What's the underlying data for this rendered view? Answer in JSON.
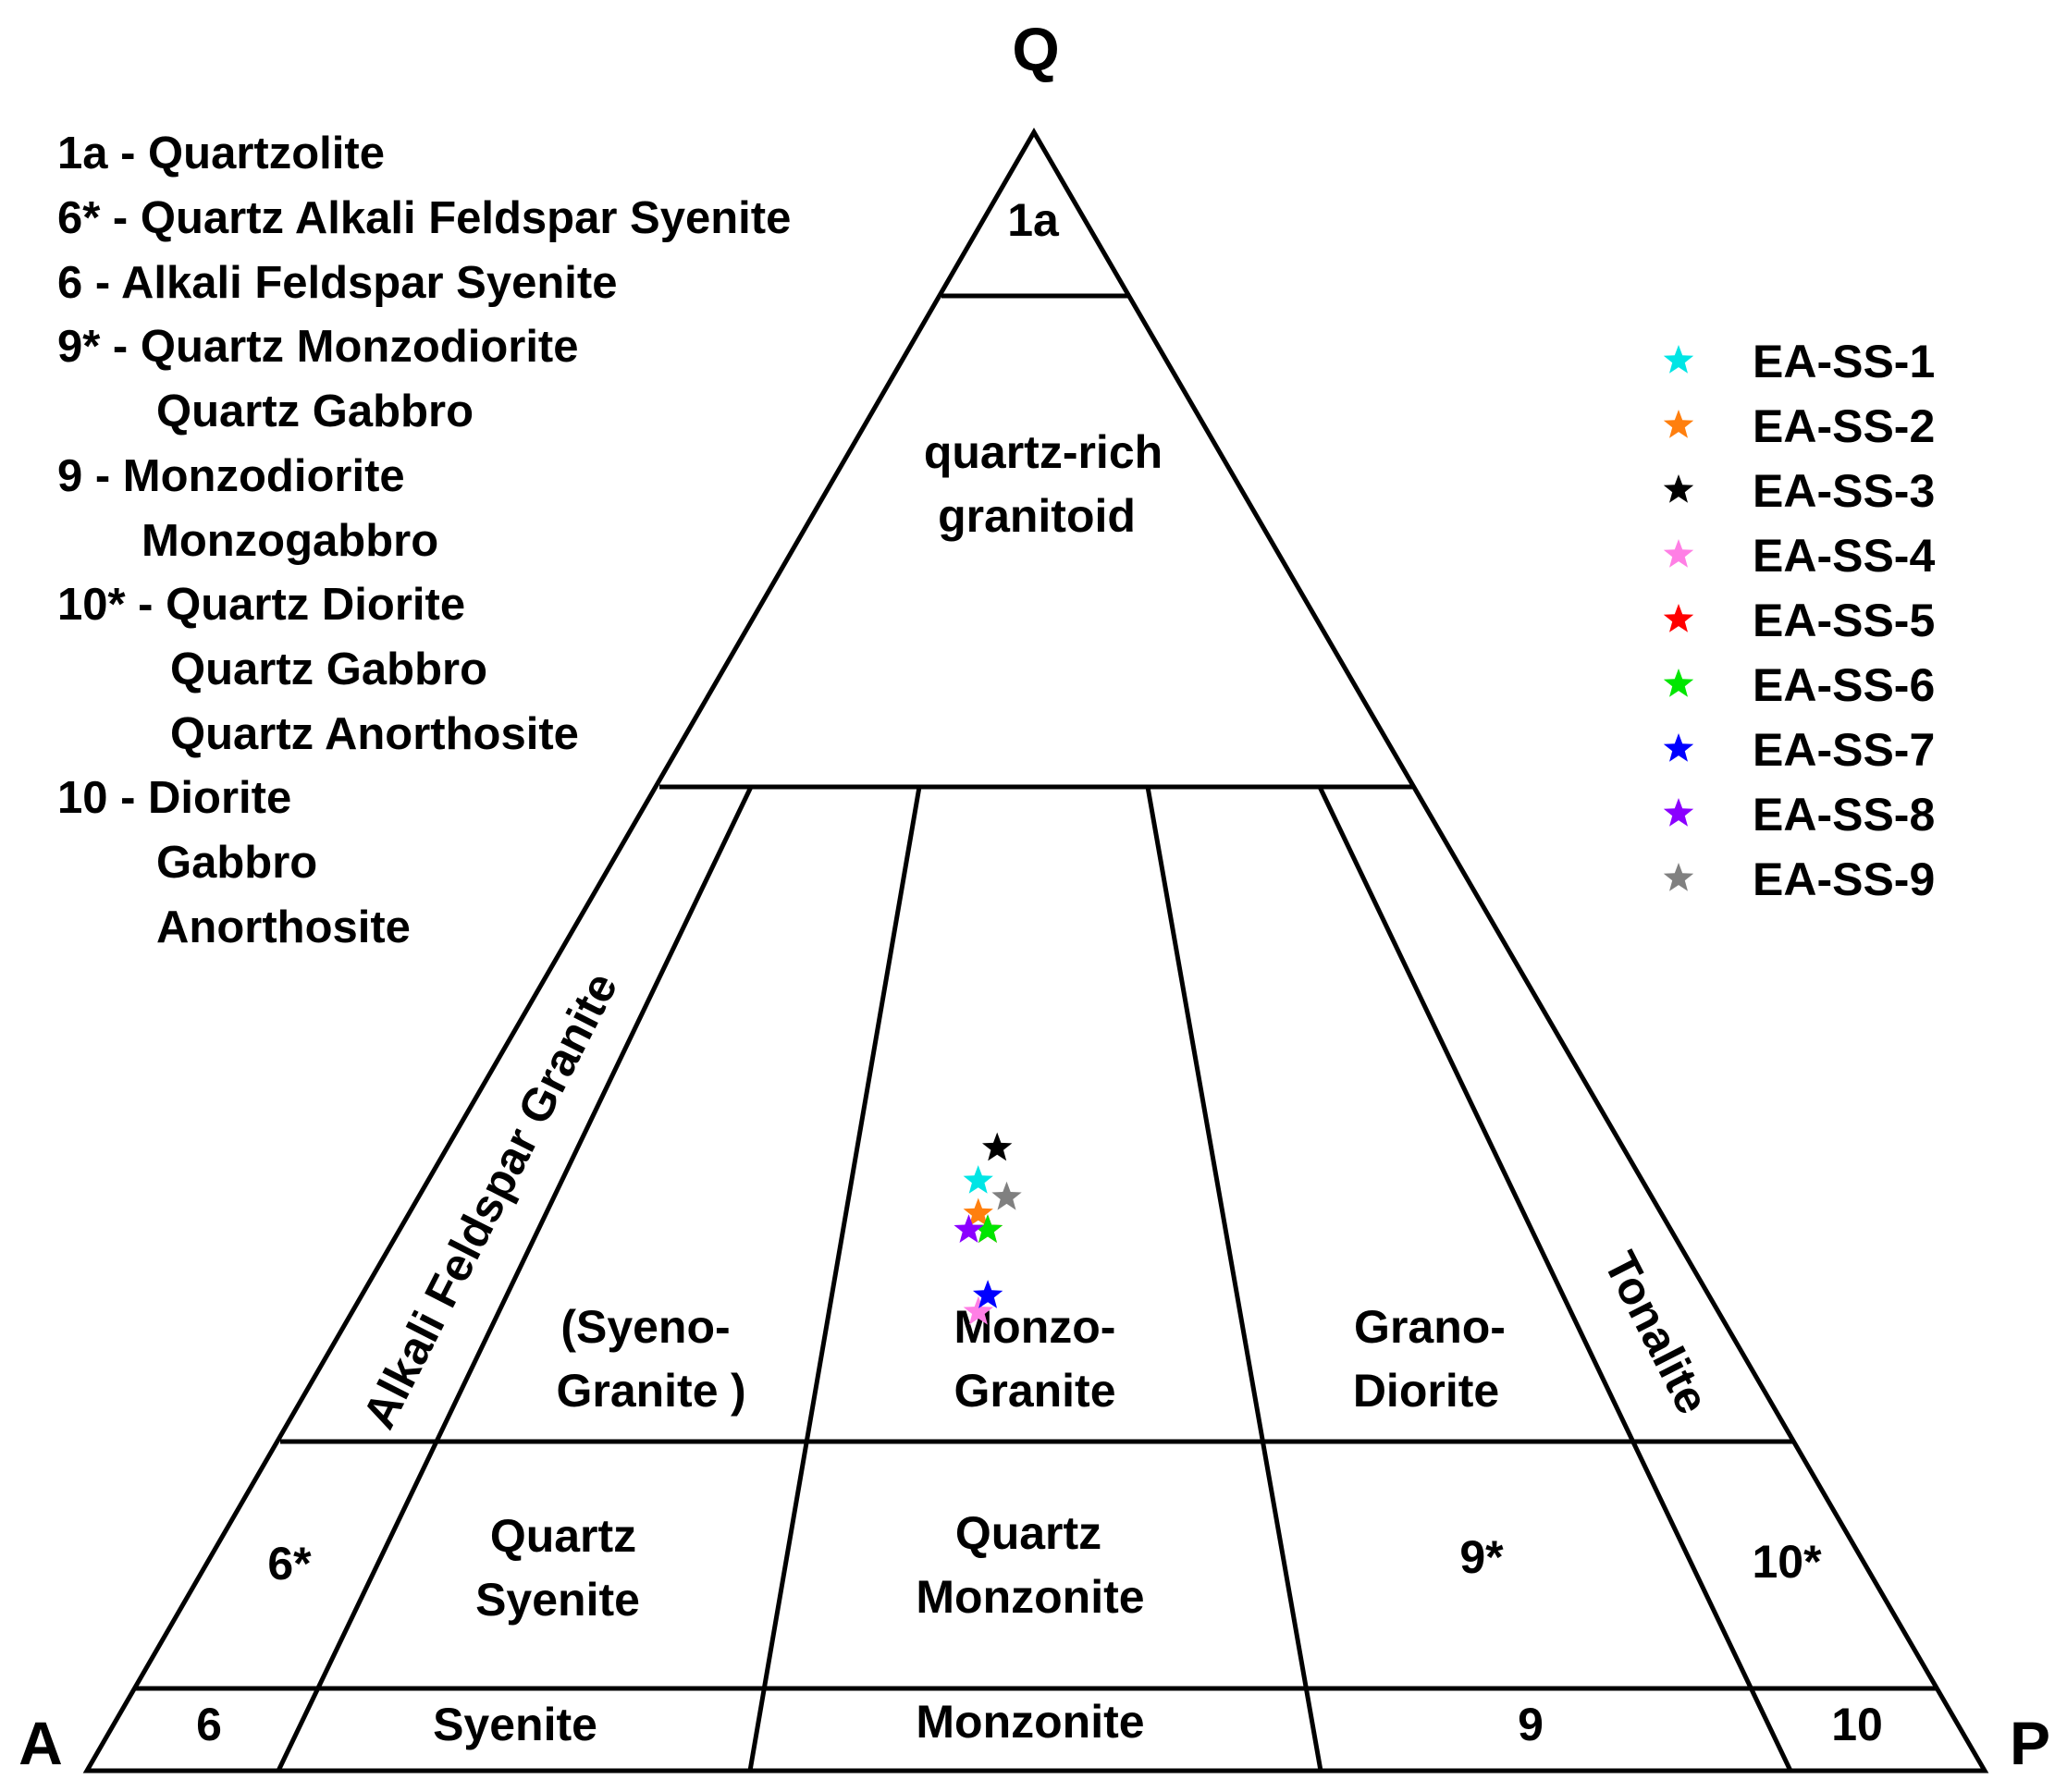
{
  "corners": {
    "Q": "Q",
    "A": "A",
    "P": "P"
  },
  "fields": {
    "f1a": "1a",
    "quartz_rich_1": "quartz-rich",
    "quartz_rich_2": "granitoid",
    "alkali_feldspar_granite": "Alkali Feldspar Granite",
    "syeno_1": "(Syeno-",
    "syeno_2": "Granite",
    "syeno_paren": ")",
    "monzo_1": "Monzo-",
    "monzo_2": "Granite",
    "grano_1": "Grano-",
    "grano_2": "Diorite",
    "tonalite": "Tonalite",
    "f6star": "6*",
    "qsyenite_1": "Quartz",
    "qsyenite_2": "Syenite",
    "qmonzonite_1": "Quartz",
    "qmonzonite_2": "Monzonite",
    "f9star": "9*",
    "f10star": "10*",
    "f6": "6",
    "syenite": "Syenite",
    "monzonite": "Monzonite",
    "f9": "9",
    "f10": "10"
  },
  "key": [
    "1a - Quartzolite",
    "6* - Quartz Alkali Feldspar Syenite",
    "6 - Alkali Feldspar Syenite",
    "9* - Quartz Monzodiorite",
    "Quartz Gabbro",
    "9 - Monzodiorite",
    "Monzogabbro",
    "10* - Quartz Diorite",
    "Quartz Gabbro",
    "Quartz Anorthosite",
    "10 - Diorite",
    "Gabbro",
    "Anorthosite"
  ],
  "chart_data": {
    "type": "scatter",
    "diagram": "QAP ternary",
    "corners": [
      "Q",
      "A",
      "P"
    ],
    "series": [
      {
        "name": "EA-SS-1",
        "color": "#00e5e5",
        "Q": 36,
        "A": 35,
        "P": 29
      },
      {
        "name": "EA-SS-2",
        "color": "#ff7f0e",
        "Q": 34,
        "A": 36,
        "P": 30
      },
      {
        "name": "EA-SS-3",
        "color": "#000000",
        "Q": 38,
        "A": 33,
        "P": 29
      },
      {
        "name": "EA-SS-4",
        "color": "#ff7fe5",
        "Q": 28,
        "A": 39,
        "P": 33
      },
      {
        "name": "EA-SS-5",
        "color": "#ff0000",
        "Q": 33,
        "A": 36,
        "P": 31
      },
      {
        "name": "EA-SS-6",
        "color": "#00e600",
        "Q": 33,
        "A": 36,
        "P": 31
      },
      {
        "name": "EA-SS-7",
        "color": "#0000ff",
        "Q": 29,
        "A": 38,
        "P": 33
      },
      {
        "name": "EA-SS-8",
        "color": "#8b00ff",
        "Q": 33,
        "A": 37,
        "P": 30
      },
      {
        "name": "EA-SS-9",
        "color": "#808080",
        "Q": 35,
        "A": 34,
        "P": 31
      }
    ],
    "legend_position": "top-right"
  }
}
